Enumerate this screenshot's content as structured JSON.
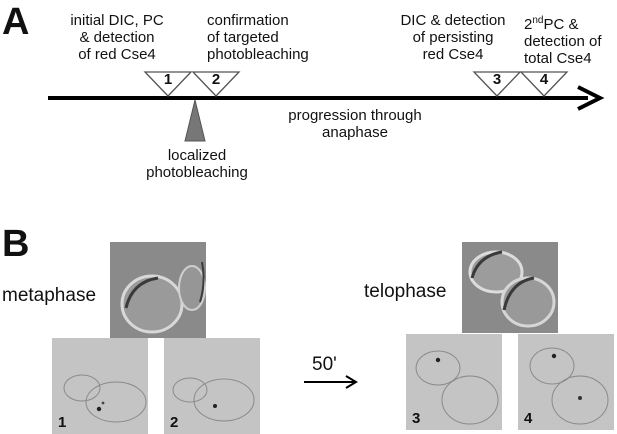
{
  "panel_a": {
    "letter": "A",
    "labels": {
      "step1": [
        "initial DIC, PC",
        "& detection",
        "of red Cse4"
      ],
      "step2": [
        "confirmation",
        "of targeted",
        "photobleaching"
      ],
      "step3": [
        "DIC & detection",
        "of persisting",
        "red Cse4"
      ],
      "step4_line1_prefix": "2",
      "step4_line1_sup": "nd",
      "step4_line1_suffix": "PC &",
      "step4_rest": [
        "detection of",
        "total Cse4"
      ],
      "bleach": [
        "localized",
        "photobleaching"
      ],
      "progression": [
        "progression through",
        "anaphase"
      ]
    },
    "step_numbers": [
      "1",
      "2",
      "3",
      "4"
    ]
  },
  "panel_b": {
    "letter": "B",
    "metaphase": "metaphase",
    "telophase": "telophase",
    "interval": "50'",
    "image_numbers": [
      "1",
      "2",
      "3",
      "4"
    ]
  }
}
